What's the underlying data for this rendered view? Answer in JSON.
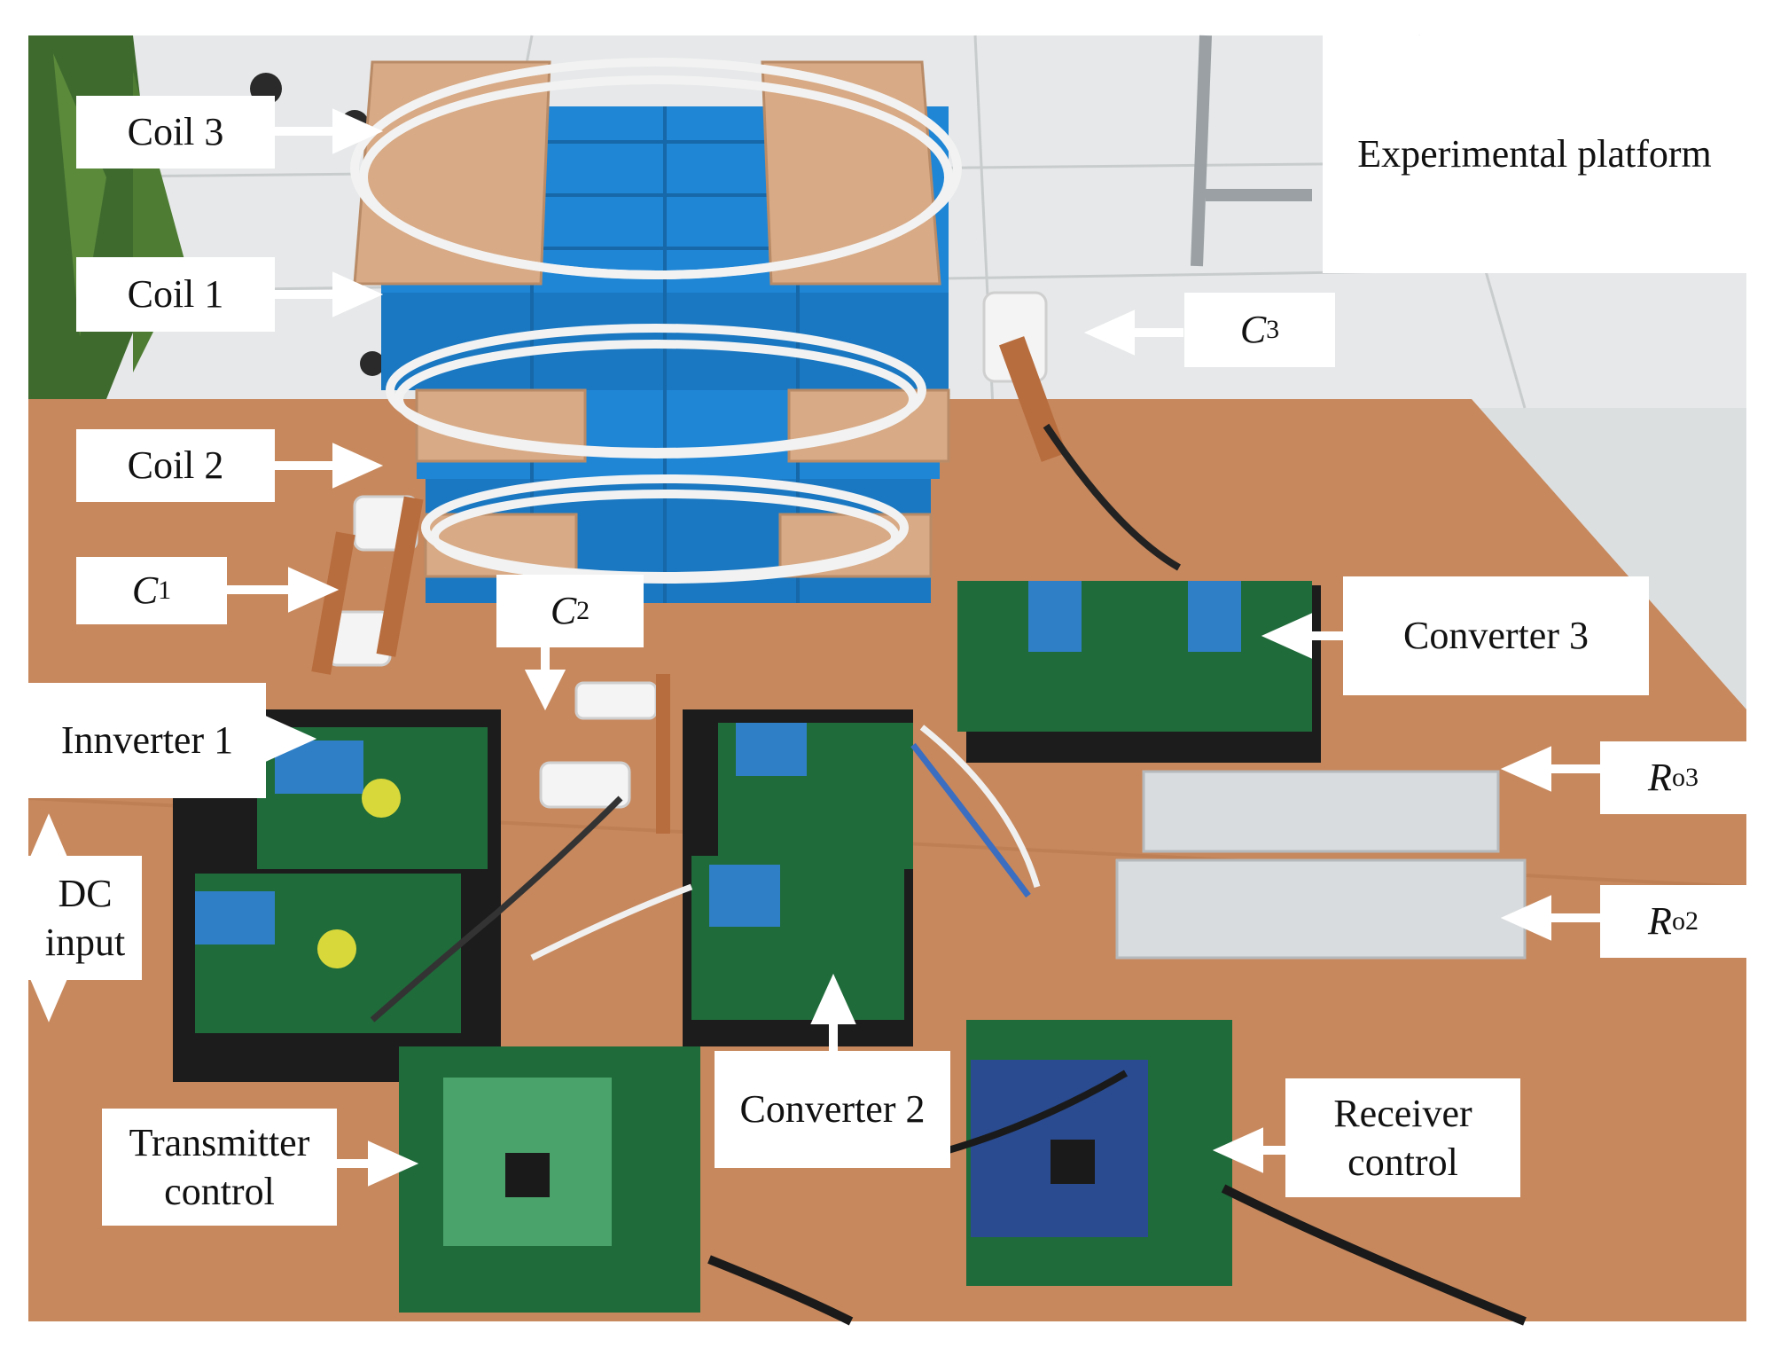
{
  "figure": {
    "title": "Experimental platform",
    "colors": {
      "background": "#ffffff",
      "floor": "#dcdfe0",
      "table": "#c7885d",
      "coil_box": "#1f86d6",
      "plywood": "#d8aa85",
      "pcb": "#1f6b3a",
      "heatsink": "#1c1c1c",
      "resistor": "#d9dcde",
      "label_text": "#111111",
      "arrow": "#ffffff"
    },
    "labels": {
      "coil3": "Coil 3",
      "coil1": "Coil 1",
      "coil2": "Coil 2",
      "c1": "C",
      "c1_sub": "1",
      "c2": "C",
      "c2_sub": "2",
      "c3": "C",
      "c3_sub": "3",
      "inverter1": "Innverter 1",
      "dc_input_line1": "DC",
      "dc_input_line2": "input",
      "converter3": "Converter 3",
      "converter2": "Converter 2",
      "ro3": "R",
      "ro3_sub": "o3",
      "ro2": "R",
      "ro2_sub": "o2",
      "transmitter_line1": "Transmitter",
      "transmitter_line2": "control",
      "receiver_line1": "Receiver",
      "receiver_line2": "control"
    }
  }
}
